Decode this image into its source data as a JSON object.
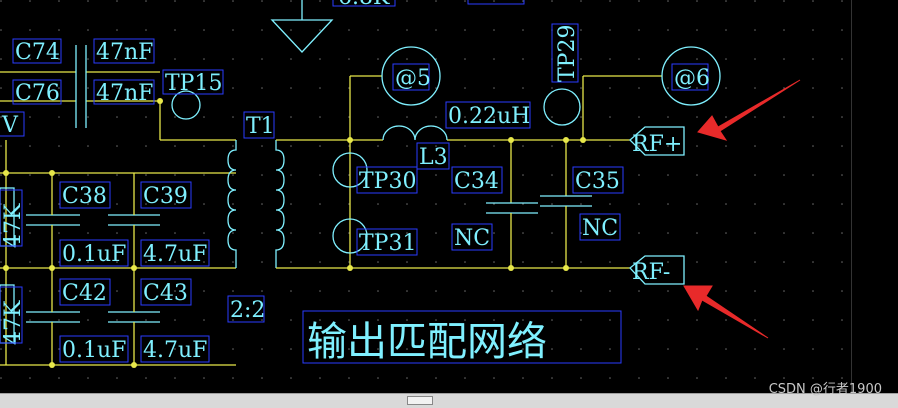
{
  "colors": {
    "background": "#000000",
    "wire": "#e8e84a",
    "component": "#7ff0ff",
    "label_box": "#2a3cff",
    "arrow": "#e82a2a"
  },
  "labels": {
    "top_value": "6.8K",
    "c74": "C74",
    "c74_val": "47nF",
    "c76": "C76",
    "c76_val": "47nF",
    "tp15": "TP15",
    "v_left": "V",
    "t1": "T1",
    "c38": "C38",
    "c39": "C39",
    "c38_val": "0.1uF",
    "c39_val": "4.7uF",
    "r_top": "47K",
    "c42": "C42",
    "c43": "C43",
    "c42_val": "0.1uF",
    "c43_val": "4.7uF",
    "r_bot": "47K",
    "ratio": "2:2",
    "net5": "@5",
    "net6": "@6",
    "tp29": "TP29",
    "l3_val": "0.22uH",
    "l3": "L3",
    "tp30": "TP30",
    "tp31": "TP31",
    "c34": "C34",
    "c35": "C35",
    "c34_val": "NC",
    "c35_val": "NC",
    "rf_plus": "RF+",
    "rf_minus": "RF-",
    "title": "输出匹配网络"
  },
  "watermark": "CSDN @行者1900"
}
